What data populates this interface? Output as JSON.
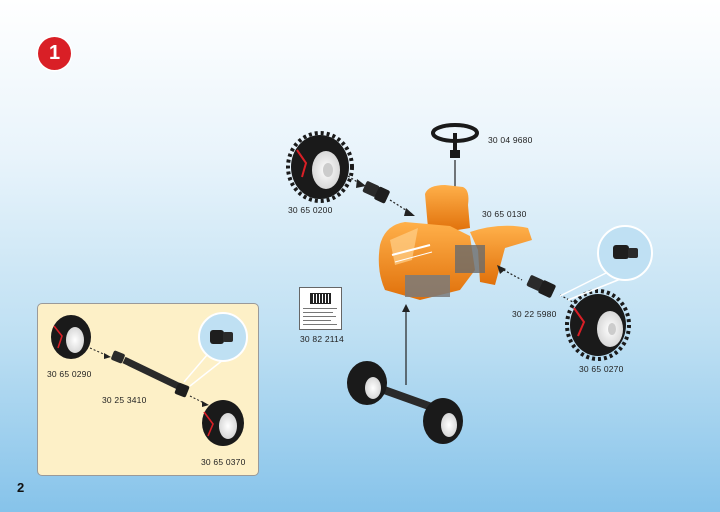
{
  "step": {
    "number": "1"
  },
  "page": {
    "number": "2"
  },
  "parts": {
    "steering_wheel": "30 04 9680",
    "rear_wheel_left": "30 65 0200",
    "body": "30 65 0130",
    "rear_axle_right": "30 22 5980",
    "rear_wheel_right": "30 65 0270",
    "sticker": "30 82 2114"
  },
  "inset": {
    "wheel_top": "30 65 0290",
    "axle": "30 25 3410",
    "wheel_bottom": "30 65 0370"
  },
  "colors": {
    "step_badge": "#d91f26",
    "tractor_orange": "#f08a1c",
    "inset_background": "#fdf0c7",
    "tire": "#1a1a1a"
  }
}
